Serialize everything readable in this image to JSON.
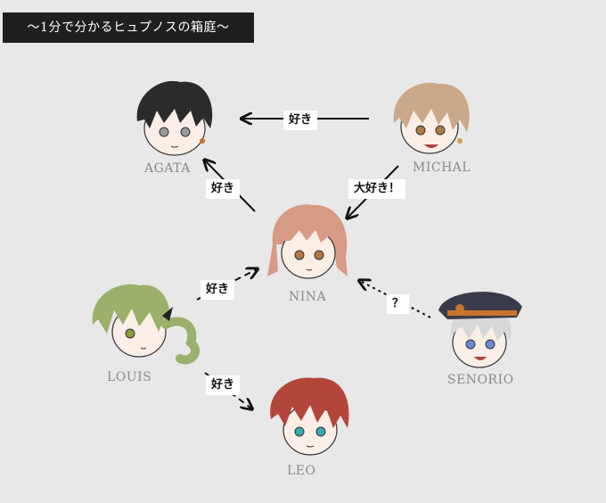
{
  "title": "〜1分で分かるヒュプノスの箱庭〜",
  "characters": {
    "agata": "AGATA",
    "michal": "MICHAL",
    "nina": "NINA",
    "louis": "LOUIS",
    "senorio": "SENORIO",
    "leo": "LEO"
  },
  "relations": {
    "michal_to_agata": "好き",
    "nina_to_agata": "好き",
    "michal_to_nina": "大好き！",
    "louis_to_nina": "好き",
    "senorio_to_nina": "？",
    "louis_to_leo": "好き"
  },
  "colors": {
    "background": "#e8e8e8",
    "title_bg": "#1f1f1f",
    "name_text": "#8a8a8a",
    "agata_hair": "#2b2b2b",
    "michal_hair": "#c9a98a",
    "nina_hair": "#d79a86",
    "louis_hair": "#9bb06a",
    "senorio_hair": "#d8d8d8",
    "senorio_cap": "#3a3b4a",
    "leo_hair": "#b3463a"
  }
}
